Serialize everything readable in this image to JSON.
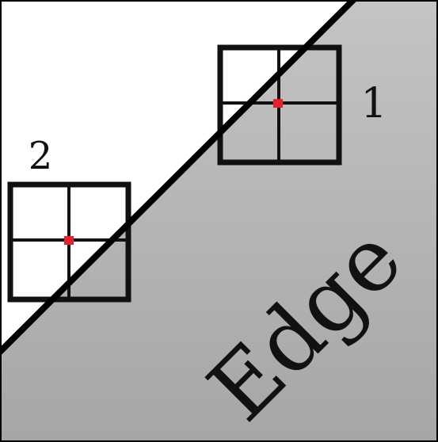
{
  "diagram": {
    "edge_label": "Edge",
    "window_1_label": "1",
    "window_2_label": "2"
  },
  "colors": {
    "background": "#ffffff",
    "edge_region": "#b4b4b4",
    "line": "#000000",
    "center_point": "#e8202e"
  }
}
